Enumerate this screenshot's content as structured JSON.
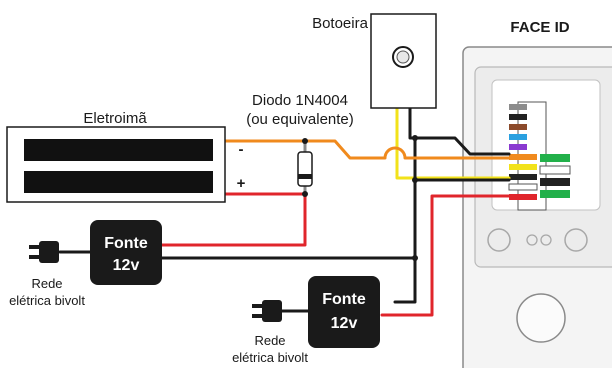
{
  "labels": {
    "botoeira": "Botoeira",
    "face_id": "FACE ID",
    "eletroima": "Eletroimã",
    "diodo_line1": "Diodo 1N4004",
    "diodo_line2": "(ou equivalente)",
    "minus": "-",
    "plus": "+",
    "psu1_line1": "Fonte",
    "psu1_line2": "12v",
    "psu2_line1": "Fonte",
    "psu2_line2": "12v",
    "rede1_line1": "Rede",
    "rede1_line2": "elétrica bivolt",
    "rede2_line1": "Rede",
    "rede2_line2": "elétrica bivolt"
  },
  "colors": {
    "black_wire": "#1a1a1a",
    "red_wire": "#e0252b",
    "orange_wire": "#f08a1d",
    "yellow_wire": "#f2e21a",
    "connector_gray": "#8c8c8c",
    "connector_black": "#222222",
    "connector_brown": "#8b4a2b",
    "connector_blue": "#2aa0e0",
    "connector_purple": "#8a3ad0",
    "connector_orange": "#f08a1d",
    "connector_green": "#22b04a",
    "connector_red": "#e0252b",
    "connector_yellow": "#f2e21a",
    "connector_white": "#ffffff"
  },
  "icons": {
    "plug1": "power-plug-icon",
    "plug2": "power-plug-icon",
    "button": "push-button-icon",
    "face_id_device": "face-id-terminal-icon"
  }
}
